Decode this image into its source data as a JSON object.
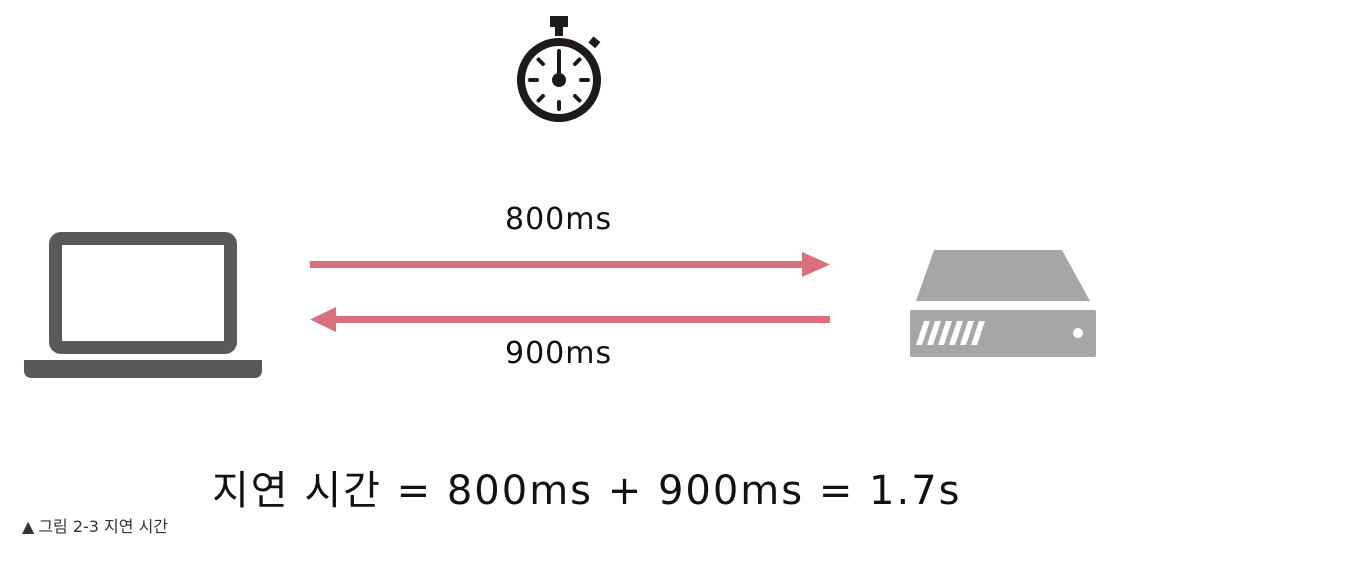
{
  "diagram": {
    "request_label": "800ms",
    "response_label": "900ms",
    "formula": "지연 시간 = 800ms + 900ms = 1.7s",
    "caption_marker": "▲",
    "caption": "그림 2-3 지연 시간",
    "icons": {
      "timer": "stopwatch-icon",
      "client": "laptop-icon",
      "server": "server-icon"
    },
    "colors": {
      "arrow": "#d9707c",
      "icon_dark": "#1e1a1a",
      "laptop": "#5a5858",
      "server": "#a6a6a6"
    }
  }
}
